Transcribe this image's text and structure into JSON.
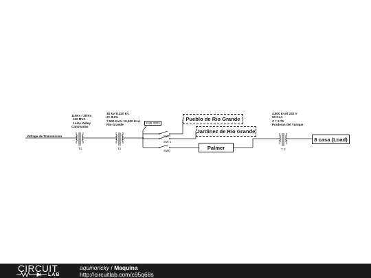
{
  "diagram": {
    "input_label": "Voltage de Transmicion",
    "t1": {
      "lines": [
        "115Kv / 38 Kv",
        "112 MVA",
        "Loiza Valley",
        "Canovanas"
      ],
      "ref": "T1"
    },
    "t2": {
      "lines": [
        "38 kv/ 8.320 Kv",
        "Z= 8.1%",
        "7,500 KvA/ 10,500 KvA",
        "Rio Grande"
      ],
      "ref": "T2"
    },
    "bus_label": "SUB 2301",
    "switches": [
      "SW0",
      "SW 1",
      "SW0"
    ],
    "feeders": [
      {
        "label": "Pueblo de Rio Grande",
        "style": "dashed"
      },
      {
        "label": "Jardinez de Rio Grande",
        "style": "dashed"
      },
      {
        "label": "Palmer",
        "style": "solid"
      }
    ],
    "t3": {
      "lines": [
        "4,800 KvA/ 240 V",
        "50 KvA",
        "Z = 2.75",
        "Praderas del Yunque"
      ],
      "ref": "T 3"
    },
    "load_label": "8 casa (Load)"
  },
  "footer": {
    "logo_top": "CIRCUIT",
    "logo_bottom": "LAB",
    "author": "aquinoricky",
    "separator": " / ",
    "title": "Maquina",
    "url": "http://circuitlab.com/c95q68s"
  }
}
